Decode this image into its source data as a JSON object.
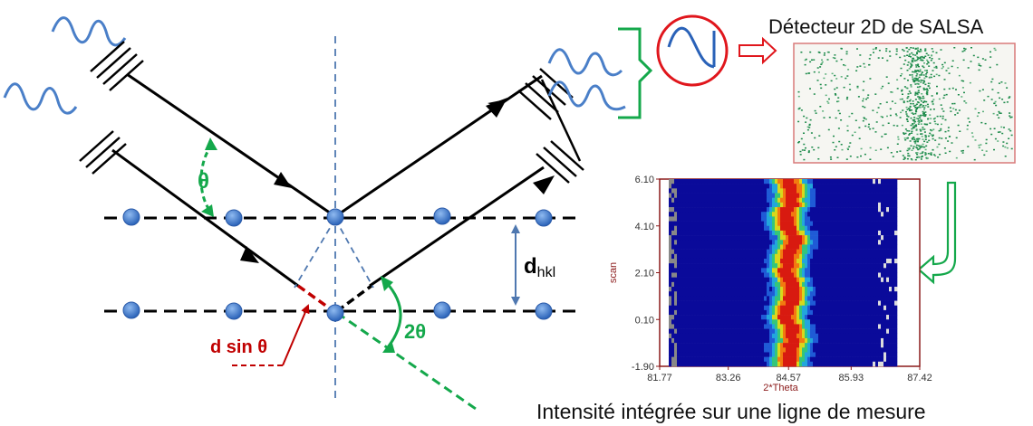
{
  "labels": {
    "detector_title": "Détecteur 2D de SALSA",
    "integrated_caption": "Intensité intégrée sur une  ligne de mesure",
    "theta": "θ",
    "two_theta": "2θ",
    "d_bold": "d",
    "d_sub": "hkl",
    "d_sin_theta": "d sin θ"
  },
  "colors": {
    "beam": "#000000",
    "wave": "#4a7fc8",
    "atom": "#3a78cf",
    "green_accent": "#14a84b",
    "red_accent": "#c00000",
    "dhkl_arrow": "#4f78b0",
    "axis_frame": "#8b1a1a"
  },
  "chart_data": {
    "type": "heatmap",
    "xlabel": "2*Theta",
    "ylabel": "scan",
    "x_ticks": [
      "81.77",
      "83.26",
      "84.57",
      "85.93",
      "87.42"
    ],
    "y_ticks": [
      "6.10",
      "4.10",
      "2.10",
      "0.10",
      "-1.90"
    ],
    "xlim": [
      81.77,
      87.42
    ],
    "ylim": [
      -1.9,
      6.1
    ],
    "peak_center": 84.57,
    "colormap": [
      "#0a0a9a",
      "#1f5bd6",
      "#22a6dc",
      "#34c67a",
      "#d8d81c",
      "#f27a10",
      "#d81a10"
    ]
  }
}
